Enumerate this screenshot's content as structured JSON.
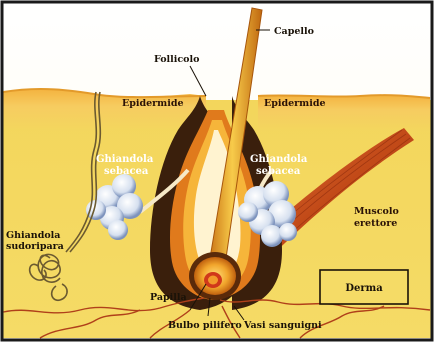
{
  "labels": {
    "capello": "Capello",
    "follicolo": "Follicolo",
    "epidermide_left": "Epidermide",
    "epidermide_right": "Epidermide",
    "ghiandola_sebacea_left_1": "Ghiandola",
    "ghiandola_sebacea_left_2": "sebacea",
    "ghiandola_sebacea_right_1": "Ghiandola",
    "ghiandola_sebacea_right_2": "sebacea",
    "muscolo_1": "Muscolo",
    "muscolo_2": "erettore",
    "ghiandola_sudoripara_1": "Ghiandola",
    "ghiandola_sudoripara_2": "sudoripara",
    "derma": "Derma",
    "papilla": "Papilla",
    "bulbo": "Bulbo pilifero",
    "vasi": "Vasi sanguigni"
  },
  "colors": {
    "frame": "#1a1a1a",
    "derma": "#f2d45a",
    "epidermis": "#f7c85a",
    "sky": "#ffffff",
    "hair": "#e8a21a",
    "follicle_dark": "#3a1f0c",
    "muscle": "#c8501e",
    "vessel": "#b0401a",
    "gland": "#dde6f2"
  }
}
